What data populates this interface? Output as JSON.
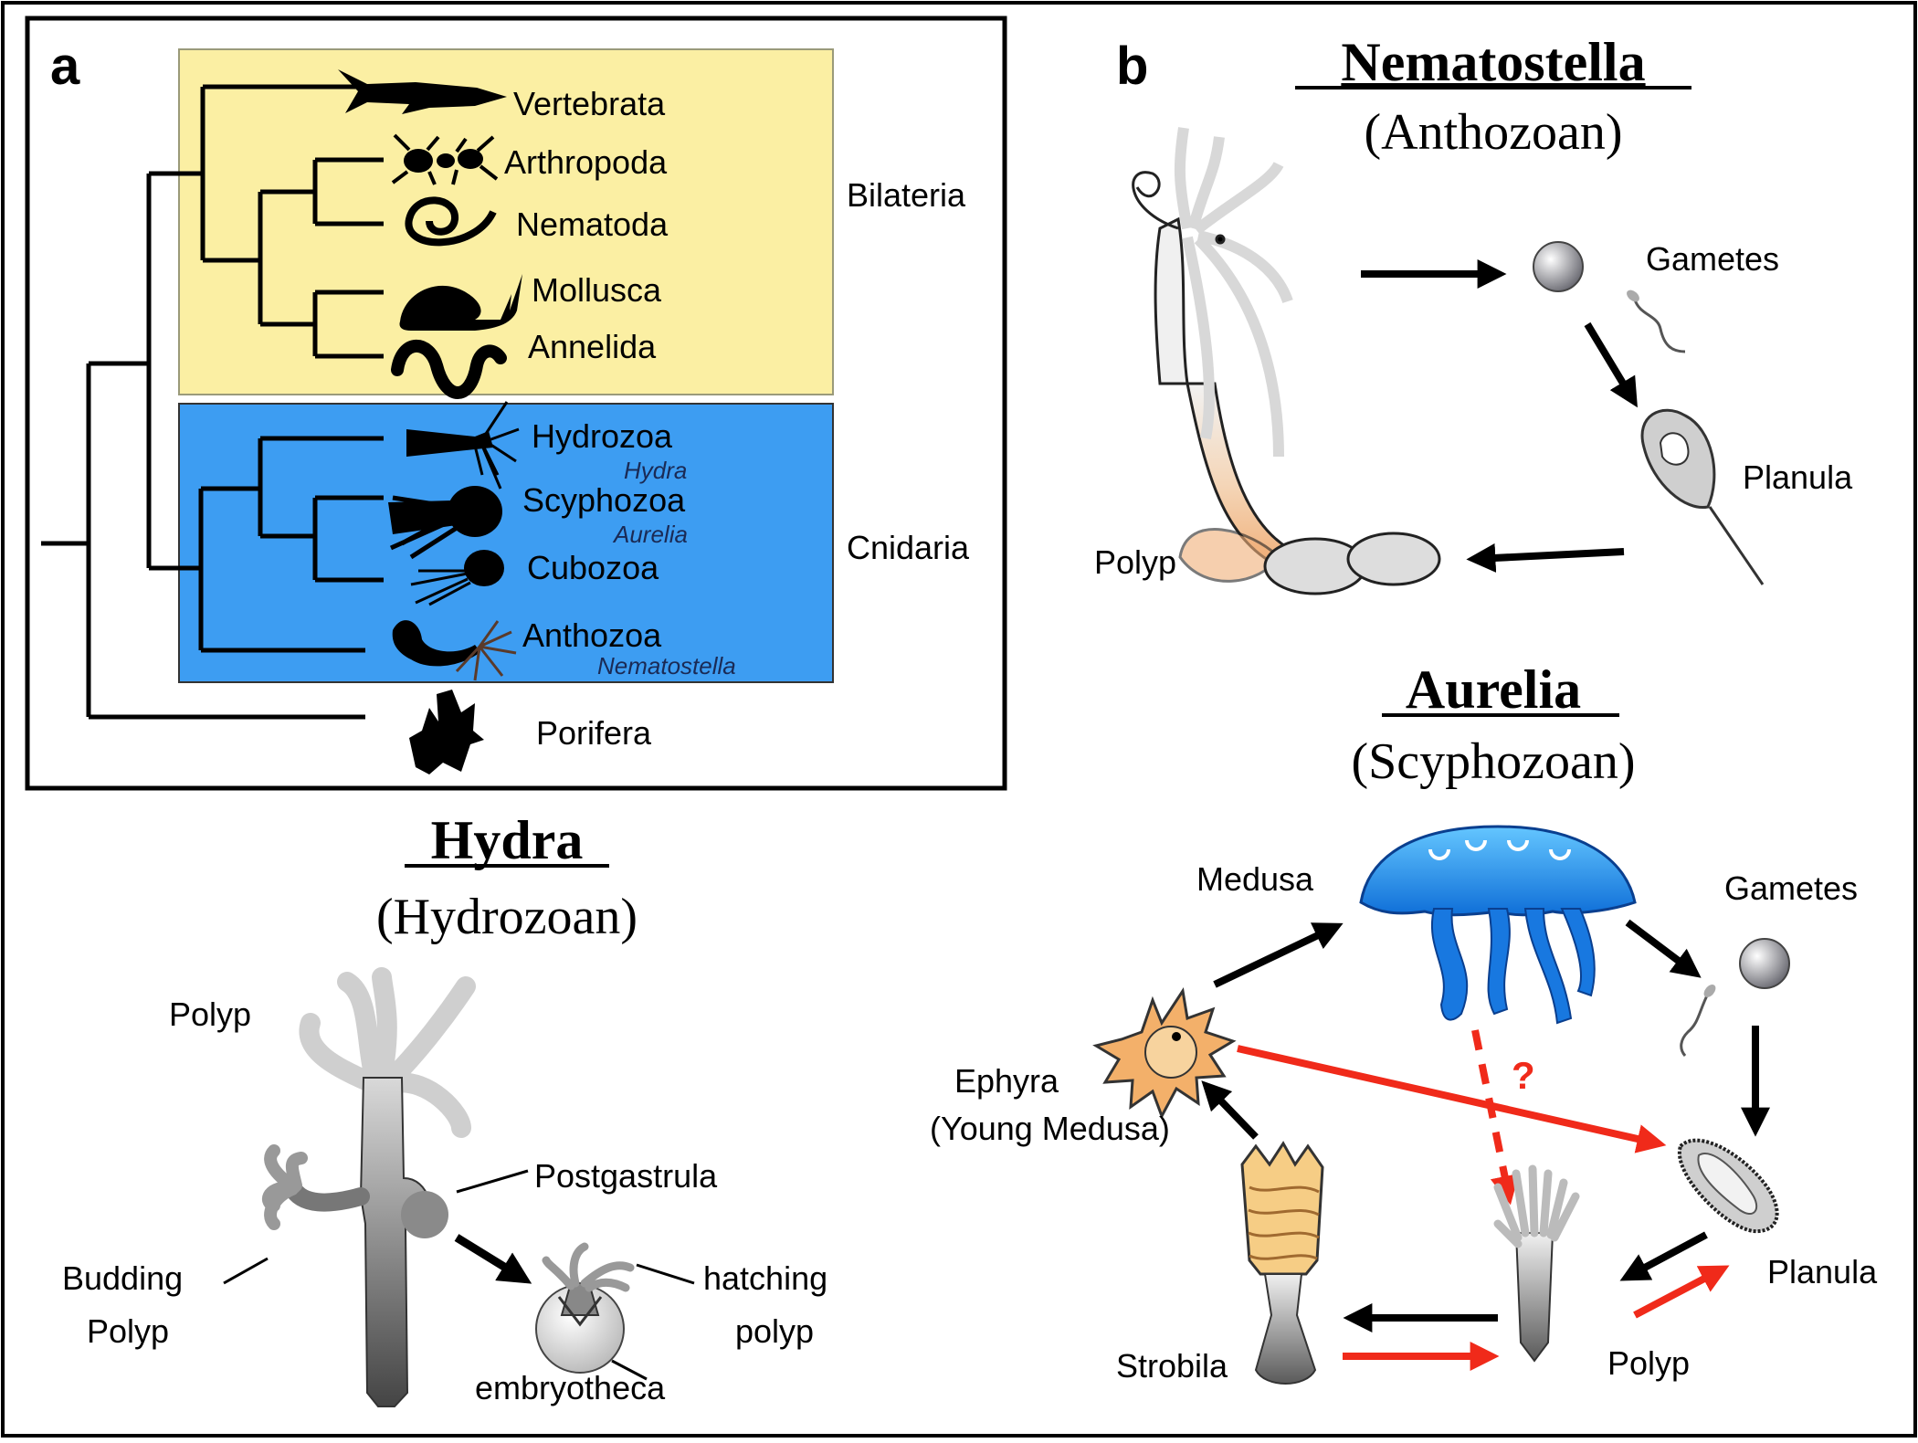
{
  "panel_a": {
    "letter": "a",
    "taxa": {
      "vertebrata": "Vertebrata",
      "arthropoda": "Arthropoda",
      "nematoda": "Nematoda",
      "mollusca": "Mollusca",
      "annelida": "Annelida",
      "hydrozoa": "Hydrozoa",
      "hydrozoa_example": "Hydra",
      "scyphozoa": "Scyphozoa",
      "scyphozoa_example": "Aurelia",
      "cubozoa": "Cubozoa",
      "anthozoa": "Anthozoa",
      "anthozoa_example": "Nematostella",
      "porifera": "Porifera"
    },
    "groups": {
      "bilateria": "Bilateria",
      "cnidaria": "Cnidaria"
    },
    "colors": {
      "bilateria_bg": "#FBEFA3",
      "cnidaria_bg": "#3D9DF2"
    }
  },
  "panel_b": {
    "letter": "b",
    "nematostella": {
      "title": "Nematostella",
      "subtitle": "(Anthozoan)",
      "gametes": "Gametes",
      "planula": "Planula",
      "polyp": "Polyp"
    },
    "aurelia": {
      "title": "Aurelia",
      "subtitle": "(Scyphozoan)",
      "medusa": "Medusa",
      "gametes": "Gametes",
      "ephyra": "Ephyra",
      "ephyra_sub": "(Young Medusa)",
      "question": "?",
      "planula": "Planula",
      "strobila": "Strobila",
      "polyp": "Polyp"
    },
    "colors": {
      "medusa": "#1E8FE8",
      "red_arrow": "#F02A1A"
    }
  },
  "hydra": {
    "title": "Hydra",
    "subtitle": "(Hydrozoan)",
    "polyp": "Polyp",
    "postgastrula": "Postgastrula",
    "budding": "Budding",
    "budding_polyp": "Polyp",
    "hatching": "hatching",
    "hatching_polyp": "polyp",
    "embryotheca": "embryotheca"
  }
}
